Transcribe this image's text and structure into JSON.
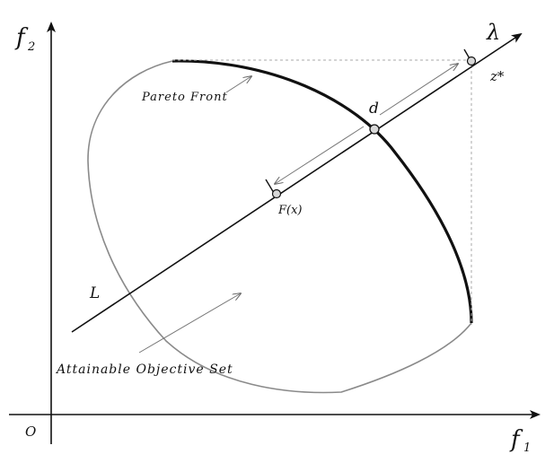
{
  "axes": {
    "x_label": "f",
    "x_sub": "1",
    "y_label": "f",
    "y_sub": "2",
    "origin": "O"
  },
  "labels": {
    "lambda": "λ",
    "z_star": "z*",
    "d": "d",
    "fx": "F(x)",
    "line": "L",
    "pareto": "Pareto Front",
    "attainable": "Attainable Objective Set"
  },
  "colors": {
    "axis": "#111111",
    "pareto": "#111111",
    "set_boundary": "#8a8a8a",
    "guide": "#9a9a9a",
    "point_fill": "#d8d8d8"
  }
}
